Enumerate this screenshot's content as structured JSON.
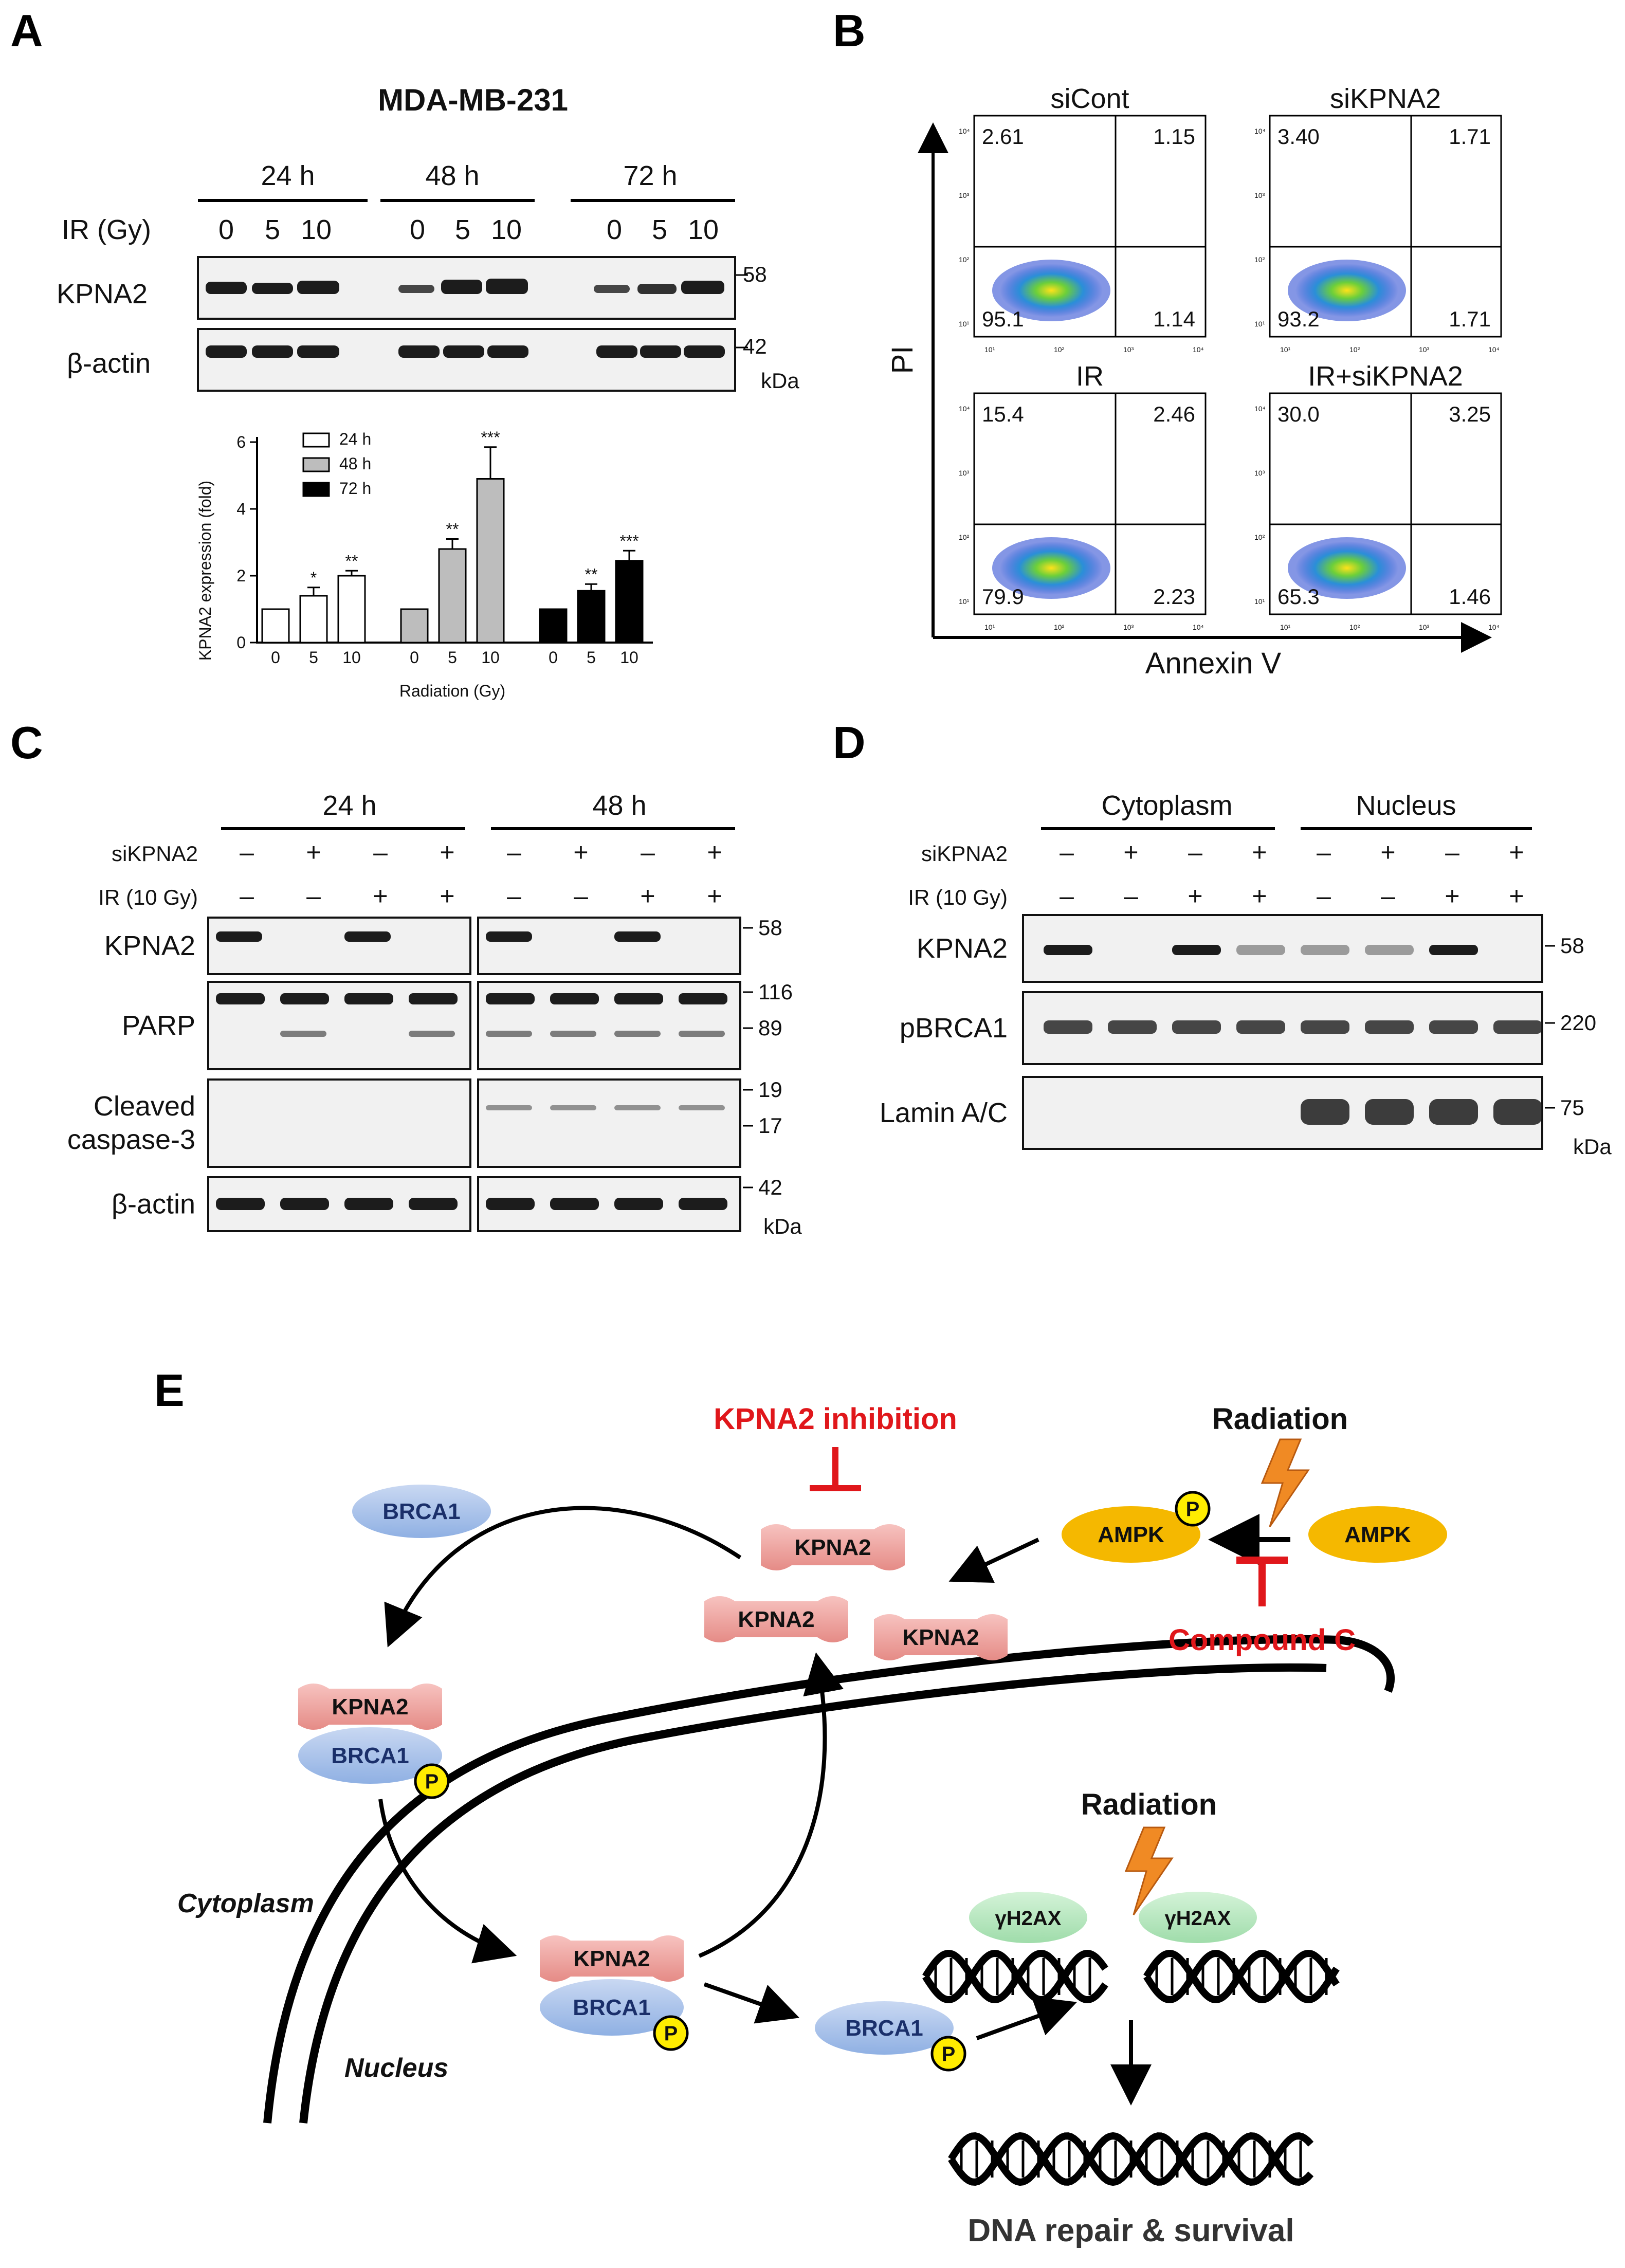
{
  "panels": {
    "A": {
      "letter": "A",
      "cell_line": "MDA-MB-231",
      "timepoints": [
        "24 h",
        "48 h",
        "72 h"
      ],
      "ir_label": "IR (Gy)",
      "doses": [
        "0",
        "5",
        "10"
      ],
      "rows": [
        {
          "label": "KPNA2",
          "marker": "58"
        },
        {
          "label": "β-actin",
          "marker": "42"
        }
      ],
      "kda": "kDa",
      "chart": {
        "ylabel": "KPNA2 expression (fold)",
        "xlabel": "Radiation (Gy)",
        "legend": [
          "24 h",
          "48 h",
          "72 h"
        ]
      }
    },
    "B": {
      "letter": "B",
      "ylabel": "PI",
      "xlabel": "Annexin V",
      "plots": [
        {
          "title": "siCont",
          "ul": "2.61",
          "ur": "1.15",
          "ll": "95.1",
          "lr": "1.14"
        },
        {
          "title": "siKPNA2",
          "ul": "3.40",
          "ur": "1.71",
          "ll": "93.2",
          "lr": "1.71"
        },
        {
          "title": "IR",
          "ul": "15.4",
          "ur": "2.46",
          "ll": "79.9",
          "lr": "2.23"
        },
        {
          "title": "IR+siKPNA2",
          "ul": "30.0",
          "ur": "3.25",
          "ll": "65.3",
          "lr": "1.46"
        }
      ],
      "ticks": [
        "10¹",
        "10²",
        "10³",
        "10⁴"
      ]
    },
    "C": {
      "letter": "C",
      "groups": [
        "24 h",
        "48 h"
      ],
      "row_labels": [
        "siKPNA2",
        "IR (10 Gy)"
      ],
      "si_signs": [
        "–",
        "+",
        "–",
        "+",
        "–",
        "+",
        "–",
        "+"
      ],
      "ir_signs": [
        "–",
        "–",
        "+",
        "+",
        "–",
        "–",
        "+",
        "+"
      ],
      "blots": [
        {
          "label": "KPNA2",
          "markers": [
            "58"
          ]
        },
        {
          "label": "PARP",
          "markers": [
            "116",
            "89"
          ]
        },
        {
          "label": "Cleaved",
          "label2": "caspase-3",
          "markers": [
            "19",
            "17"
          ]
        },
        {
          "label": "β-actin",
          "markers": [
            "42"
          ]
        }
      ],
      "kda": "kDa"
    },
    "D": {
      "letter": "D",
      "groups": [
        "Cytoplasm",
        "Nucleus"
      ],
      "row_labels": [
        "siKPNA2",
        "IR (10 Gy)"
      ],
      "si_signs": [
        "–",
        "+",
        "–",
        "+",
        "–",
        "+",
        "–",
        "+"
      ],
      "ir_signs": [
        "–",
        "–",
        "+",
        "+",
        "–",
        "–",
        "+",
        "+"
      ],
      "blots": [
        {
          "label": "KPNA2",
          "marker": "58"
        },
        {
          "label": "pBRCA1",
          "marker": "220"
        },
        {
          "label": "Lamin A/C",
          "marker": "75"
        }
      ],
      "kda": "kDa"
    },
    "E": {
      "letter": "E",
      "kpna2_inhibition": "KPNA2 inhibition",
      "radiation_top": "Radiation",
      "radiation_mid": "Radiation",
      "compound_c": "Compound C",
      "ampk": "AMPK",
      "kpna2": "KPNA2",
      "brca1": "BRCA1",
      "gh2ax": "γH2AX",
      "p": "P",
      "cytoplasm": "Cytoplasm",
      "nucleus": "Nucleus",
      "dna_repair": "DNA repair & survival"
    }
  },
  "chart_data": {
    "type": "bar",
    "ylabel": "KPNA2 expression (fold)",
    "xlabel": "Radiation (Gy)",
    "ylim": [
      0,
      6
    ],
    "yticks": [
      0,
      2,
      4,
      6
    ],
    "categories": [
      "0",
      "5",
      "10"
    ],
    "series": [
      {
        "name": "24 h",
        "color": "#ffffff",
        "values": [
          1.0,
          1.4,
          2.0
        ],
        "errors": [
          0,
          0.25,
          0.15
        ],
        "sig": [
          "",
          "*",
          "**"
        ]
      },
      {
        "name": "48 h",
        "color": "#bdbdbd",
        "values": [
          1.0,
          2.8,
          4.9
        ],
        "errors": [
          0,
          0.3,
          0.95
        ],
        "sig": [
          "",
          "**",
          "***"
        ]
      },
      {
        "name": "72 h",
        "color": "#000000",
        "values": [
          1.0,
          1.55,
          2.45
        ],
        "errors": [
          0,
          0.2,
          0.3
        ],
        "sig": [
          "",
          "**",
          "***"
        ]
      }
    ],
    "legend_position": "top-left"
  }
}
